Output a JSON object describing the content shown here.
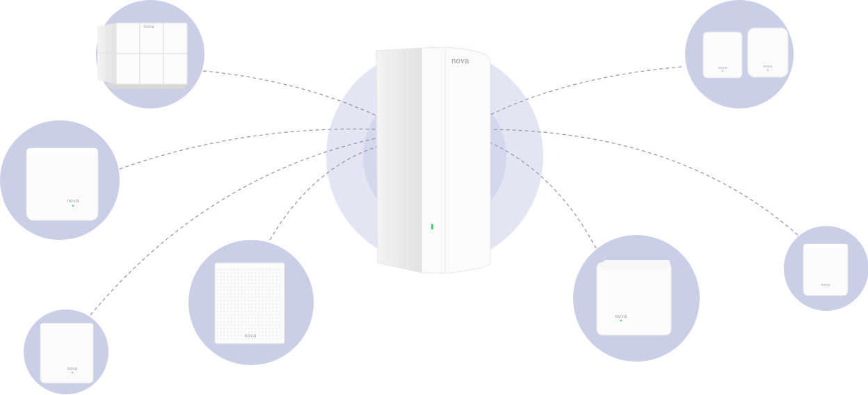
{
  "colors": {
    "background": "#ffffff",
    "node_circle": "#c9cfe7",
    "halo_outer": "#e3e6f2",
    "halo_inner": "#d3d8ec",
    "link_line": "#8e92a6",
    "device_body": "#fbfbfb",
    "device_edge": "#e4e4e4",
    "led": "#3cd66b",
    "logo_text": "#9a9a9a"
  },
  "hub": {
    "logo": "nova",
    "icon": "tower-router-icon"
  },
  "nodes": [
    {
      "id": "mw6-cube",
      "icon": "six-panel-cube-router-icon",
      "logo": "nova"
    },
    {
      "id": "mw5-white",
      "icon": "cube-router-icon",
      "logo": "nova"
    },
    {
      "id": "small-cube",
      "icon": "small-cube-router-icon",
      "logo": "nova"
    },
    {
      "id": "textured-cube",
      "icon": "textured-cube-router-icon",
      "logo": "nova"
    },
    {
      "id": "dual-unit",
      "icon": "dual-router-icon",
      "logo": "nova"
    },
    {
      "id": "wide-cube",
      "icon": "wide-cube-router-icon",
      "logo": "nova"
    },
    {
      "id": "mini-cube",
      "icon": "mini-cube-router-icon",
      "logo": "nova"
    }
  ]
}
